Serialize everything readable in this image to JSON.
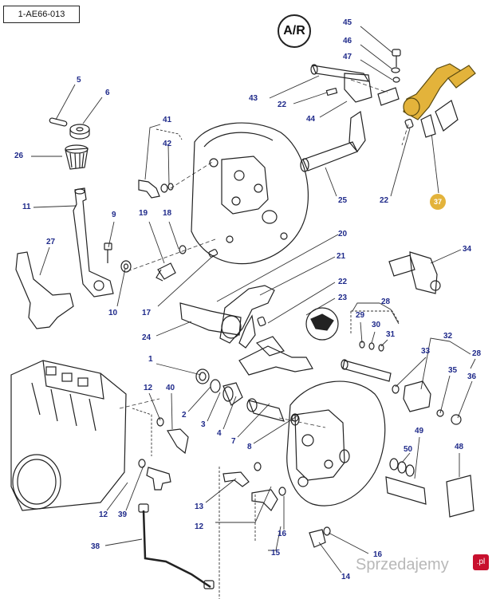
{
  "reference_code": "1-AE66-013",
  "badge_text": "A/R",
  "highlight_color": "#e3b33b",
  "callout_color": "#1f2a8a",
  "callouts": [
    {
      "id": "c45",
      "label": "45"
    },
    {
      "id": "c46",
      "label": "46"
    },
    {
      "id": "c47",
      "label": "47"
    },
    {
      "id": "c5",
      "label": "5"
    },
    {
      "id": "c6",
      "label": "6"
    },
    {
      "id": "c43",
      "label": "43"
    },
    {
      "id": "c22a",
      "label": "22"
    },
    {
      "id": "c44",
      "label": "44"
    },
    {
      "id": "c41",
      "label": "41"
    },
    {
      "id": "c42",
      "label": "42"
    },
    {
      "id": "c26",
      "label": "26"
    },
    {
      "id": "c25",
      "label": "25"
    },
    {
      "id": "c22b",
      "label": "22"
    },
    {
      "id": "c37",
      "label": "37"
    },
    {
      "id": "c11",
      "label": "11"
    },
    {
      "id": "c9",
      "label": "9"
    },
    {
      "id": "c19",
      "label": "19"
    },
    {
      "id": "c18",
      "label": "18"
    },
    {
      "id": "c27",
      "label": "27"
    },
    {
      "id": "c20",
      "label": "20"
    },
    {
      "id": "c21",
      "label": "21"
    },
    {
      "id": "c34",
      "label": "34"
    },
    {
      "id": "c10",
      "label": "10"
    },
    {
      "id": "c17",
      "label": "17"
    },
    {
      "id": "c22c",
      "label": "22"
    },
    {
      "id": "c23",
      "label": "23"
    },
    {
      "id": "c28a",
      "label": "28"
    },
    {
      "id": "c24",
      "label": "24"
    },
    {
      "id": "c29",
      "label": "29"
    },
    {
      "id": "c30",
      "label": "30"
    },
    {
      "id": "c31",
      "label": "31"
    },
    {
      "id": "c32",
      "label": "32"
    },
    {
      "id": "c33",
      "label": "33"
    },
    {
      "id": "c28b",
      "label": "28"
    },
    {
      "id": "c1",
      "label": "1"
    },
    {
      "id": "c35",
      "label": "35"
    },
    {
      "id": "c36",
      "label": "36"
    },
    {
      "id": "c12a",
      "label": "12"
    },
    {
      "id": "c40",
      "label": "40"
    },
    {
      "id": "c2",
      "label": "2"
    },
    {
      "id": "c3",
      "label": "3"
    },
    {
      "id": "c4",
      "label": "4"
    },
    {
      "id": "c7",
      "label": "7"
    },
    {
      "id": "c8",
      "label": "8"
    },
    {
      "id": "c49",
      "label": "49"
    },
    {
      "id": "c50",
      "label": "50"
    },
    {
      "id": "c48",
      "label": "48"
    },
    {
      "id": "c12b",
      "label": "12"
    },
    {
      "id": "c39",
      "label": "39"
    },
    {
      "id": "c13",
      "label": "13"
    },
    {
      "id": "c12c",
      "label": "12"
    },
    {
      "id": "c16a",
      "label": "16"
    },
    {
      "id": "c38",
      "label": "38"
    },
    {
      "id": "c15",
      "label": "15"
    },
    {
      "id": "c16b",
      "label": "16"
    },
    {
      "id": "c14",
      "label": "14"
    }
  ],
  "watermark": {
    "text": "Sprzedajemy",
    "badge": ".pl"
  }
}
